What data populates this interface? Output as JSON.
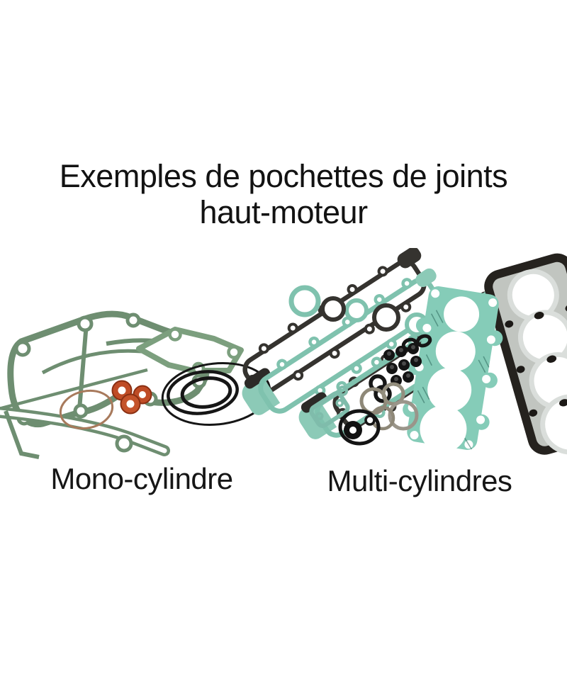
{
  "page": {
    "background": "#ffffff",
    "kind": "product-illustration"
  },
  "title": {
    "line1": "Exemples de pochettes de joints",
    "line2": "haut-moteur"
  },
  "figures": [
    {
      "id": "mono",
      "caption": "Mono-cylindre",
      "parts": [
        "cylinder-base-gasket",
        "secondary-gasket",
        "copper-ring",
        "orange-washers",
        "black-o-rings"
      ]
    },
    {
      "id": "multi",
      "caption": "Multi-cylindres",
      "parts": [
        "valve-cover-gaskets-dark",
        "valve-cover-gaskets-teal",
        "four-cylinder-head-gasket",
        "metal-head-gasket",
        "valve-stem-seals",
        "metal-rings",
        "o-rings",
        "small-rectangular-gasket",
        "oil-seal"
      ]
    }
  ],
  "colors": {
    "text": "#121212",
    "gasket_sage": "#6e8e71",
    "gasket_sage_light": "#7c9f7e",
    "gasket_teal": "#7fc2ae",
    "gasket_teal_fill": "#8ccab7",
    "head_gasket_teal": "#85ccb8",
    "gasket_dark": "#35332f",
    "metal_silver": "#c1c5c0",
    "washer_orange": "#bf4c26",
    "washer_orange_dark": "#8a2f12",
    "copper": "#a87a5c",
    "rubber_black": "#161616",
    "metal_ring_gray": "#8e8878"
  }
}
